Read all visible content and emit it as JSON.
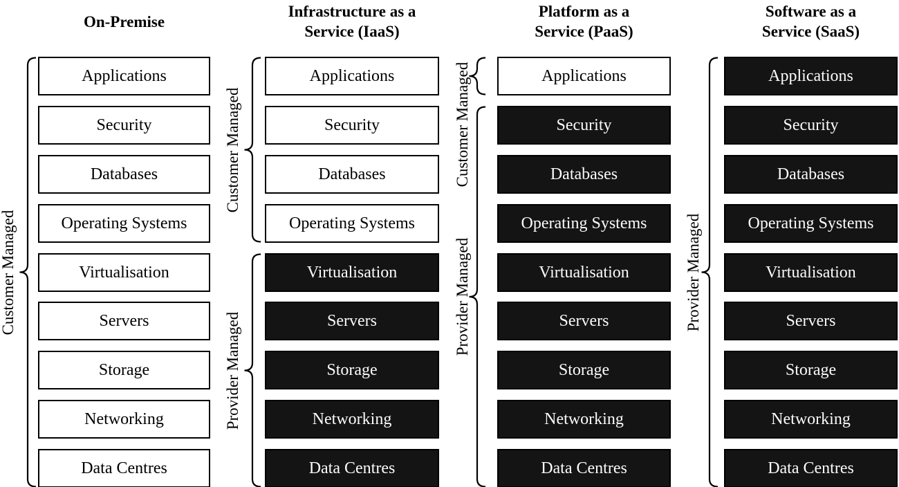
{
  "figure": {
    "managed_labels": {
      "customer": "Customer Managed",
      "provider": "Provider Managed"
    },
    "colors": {
      "background": "#ffffff",
      "customer_fill": "#ffffff",
      "customer_text": "#000000",
      "provider_fill": "#141414",
      "provider_text": "#fbfbfb",
      "border": "#000000"
    },
    "columns": [
      {
        "id": "on-premise",
        "title_lines": [
          "On-Premise"
        ],
        "layers": [
          {
            "label": "Applications",
            "managed": "customer"
          },
          {
            "label": "Security",
            "managed": "customer"
          },
          {
            "label": "Databases",
            "managed": "customer"
          },
          {
            "label": "Operating Systems",
            "managed": "customer"
          },
          {
            "label": "Virtualisation",
            "managed": "customer"
          },
          {
            "label": "Servers",
            "managed": "customer"
          },
          {
            "label": "Storage",
            "managed": "customer"
          },
          {
            "label": "Networking",
            "managed": "customer"
          },
          {
            "label": "Data Centres",
            "managed": "customer"
          }
        ]
      },
      {
        "id": "iaas",
        "title_lines": [
          "Infrastructure as a",
          "Service (IaaS)"
        ],
        "layers": [
          {
            "label": "Applications",
            "managed": "customer"
          },
          {
            "label": "Security",
            "managed": "customer"
          },
          {
            "label": "Databases",
            "managed": "customer"
          },
          {
            "label": "Operating Systems",
            "managed": "customer"
          },
          {
            "label": "Virtualisation",
            "managed": "provider"
          },
          {
            "label": "Servers",
            "managed": "provider"
          },
          {
            "label": "Storage",
            "managed": "provider"
          },
          {
            "label": "Networking",
            "managed": "provider"
          },
          {
            "label": "Data Centres",
            "managed": "provider"
          }
        ]
      },
      {
        "id": "paas",
        "title_lines": [
          "Platform as a",
          "Service (PaaS)"
        ],
        "layers": [
          {
            "label": "Applications",
            "managed": "customer"
          },
          {
            "label": "Security",
            "managed": "provider"
          },
          {
            "label": "Databases",
            "managed": "provider"
          },
          {
            "label": "Operating Systems",
            "managed": "provider"
          },
          {
            "label": "Virtualisation",
            "managed": "provider"
          },
          {
            "label": "Servers",
            "managed": "provider"
          },
          {
            "label": "Storage",
            "managed": "provider"
          },
          {
            "label": "Networking",
            "managed": "provider"
          },
          {
            "label": "Data Centres",
            "managed": "provider"
          }
        ]
      },
      {
        "id": "saas",
        "title_lines": [
          "Software as a",
          "Service (SaaS)"
        ],
        "layers": [
          {
            "label": "Applications",
            "managed": "provider"
          },
          {
            "label": "Security",
            "managed": "provider"
          },
          {
            "label": "Databases",
            "managed": "provider"
          },
          {
            "label": "Operating Systems",
            "managed": "provider"
          },
          {
            "label": "Virtualisation",
            "managed": "provider"
          },
          {
            "label": "Servers",
            "managed": "provider"
          },
          {
            "label": "Storage",
            "managed": "provider"
          },
          {
            "label": "Networking",
            "managed": "provider"
          },
          {
            "label": "Data Centres",
            "managed": "provider"
          }
        ]
      }
    ]
  }
}
